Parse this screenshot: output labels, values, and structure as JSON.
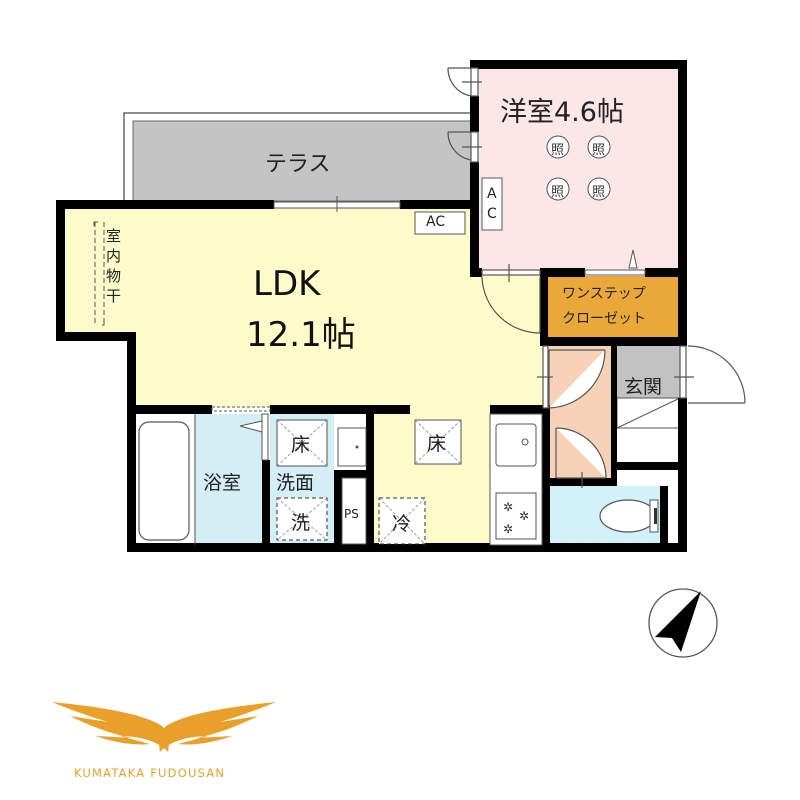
{
  "floorplan": {
    "rooms": {
      "western_room": {
        "name": "洋室",
        "size": "4.6帖",
        "label": "洋室4.6帖",
        "color": "#fbe6e8"
      },
      "terrace": {
        "label": "テラス",
        "color": "#c4c4c4"
      },
      "ldk": {
        "name": "LDK",
        "size": "12.1帖",
        "color": "#fdfbc9"
      },
      "walk_closet": {
        "line1": "ワンステップ",
        "line2": "クローゼット",
        "color": "#eba83a"
      },
      "entrance": {
        "label": "玄関",
        "color": "#c2c2c2"
      },
      "bathroom": {
        "label": "浴室",
        "color": "#d3eef5"
      },
      "washroom": {
        "label": "洗面",
        "color": "#d3eef5"
      },
      "toilet": {
        "color": "#d3f1f8"
      },
      "hallway": {
        "color": "#f7d2b6"
      }
    },
    "fixtures": {
      "indoor_drying": "室内物干",
      "ac_ldk": "AC",
      "ac_western": "AC",
      "lights": [
        "照",
        "照",
        "照",
        "照"
      ],
      "floor_heating_1": "床",
      "floor_heating_2": "床",
      "washer": "洗",
      "fridge": "冷",
      "ps": "PS"
    }
  },
  "compass": {
    "label": "north-arrow"
  },
  "logo": {
    "text": "KUMATAKA FUDOUSAN",
    "color": "#e9a02a"
  }
}
